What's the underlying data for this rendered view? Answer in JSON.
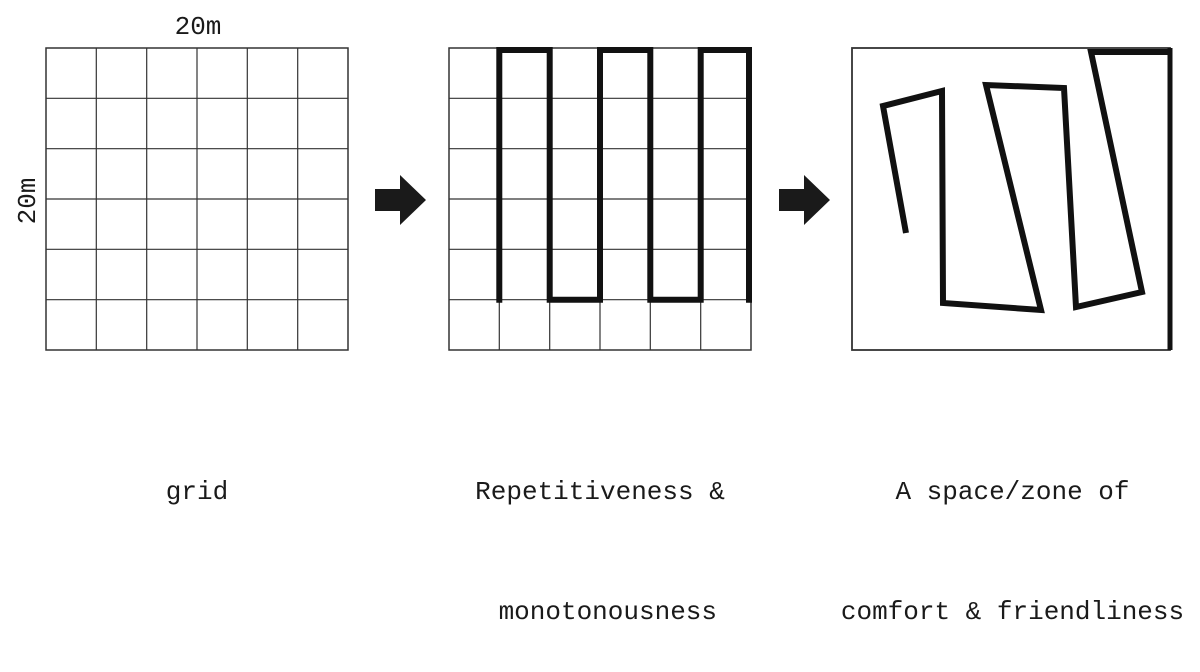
{
  "dimensions": {
    "width_label": "20m",
    "height_label": "20m"
  },
  "panels": [
    {
      "caption_line1": "grid",
      "caption_line2": ""
    },
    {
      "caption_line1": "Repetitiveness &",
      "caption_line2": " monotonousness"
    },
    {
      "caption_line1": "A space/zone of",
      "caption_line2": "comfort & friendliness"
    }
  ],
  "colors": {
    "line": "#1a1a1a",
    "grid": "#333333"
  }
}
